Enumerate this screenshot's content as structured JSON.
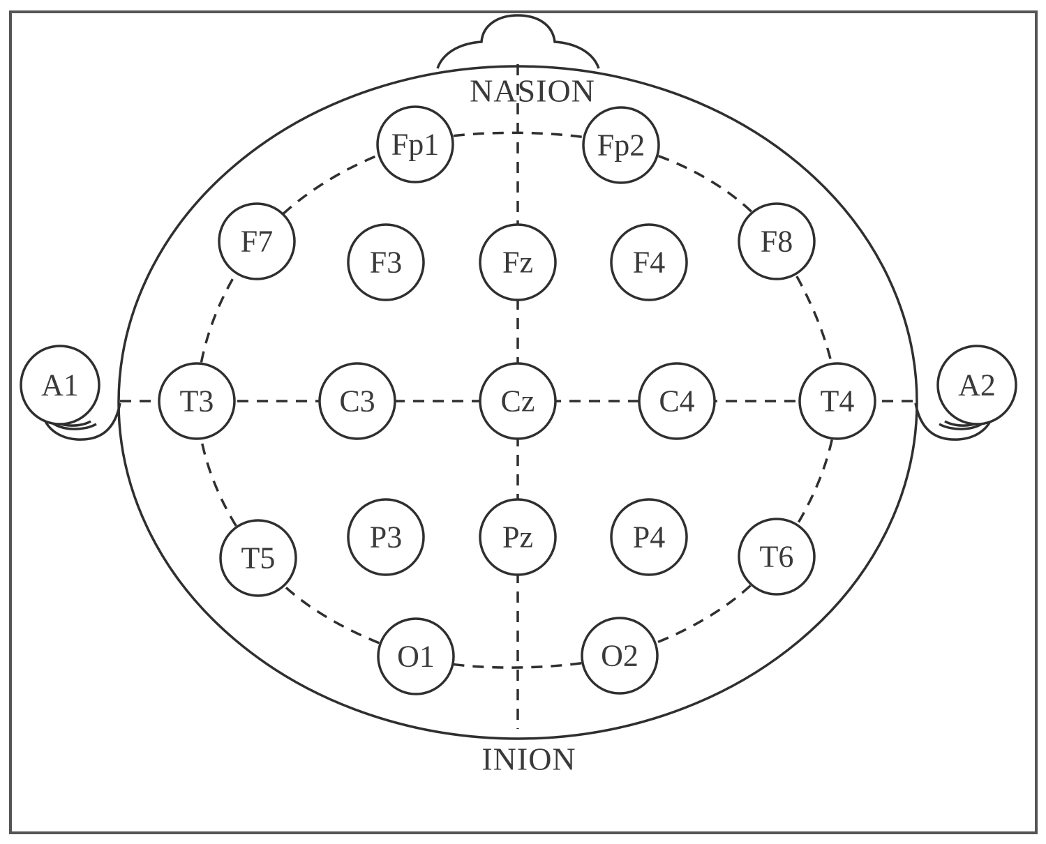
{
  "diagram": {
    "landmarks": {
      "top": "NASION",
      "bottom": "INION"
    },
    "electrodes": [
      {
        "id": "Fp1",
        "label": "Fp1"
      },
      {
        "id": "Fp2",
        "label": "Fp2"
      },
      {
        "id": "F7",
        "label": "F7"
      },
      {
        "id": "F3",
        "label": "F3"
      },
      {
        "id": "Fz",
        "label": "Fz"
      },
      {
        "id": "F4",
        "label": "F4"
      },
      {
        "id": "F8",
        "label": "F8"
      },
      {
        "id": "A1",
        "label": "A1"
      },
      {
        "id": "T3",
        "label": "T3"
      },
      {
        "id": "C3",
        "label": "C3"
      },
      {
        "id": "Cz",
        "label": "Cz"
      },
      {
        "id": "C4",
        "label": "C4"
      },
      {
        "id": "T4",
        "label": "T4"
      },
      {
        "id": "A2",
        "label": "A2"
      },
      {
        "id": "T5",
        "label": "T5"
      },
      {
        "id": "P3",
        "label": "P3"
      },
      {
        "id": "Pz",
        "label": "Pz"
      },
      {
        "id": "P4",
        "label": "P4"
      },
      {
        "id": "T6",
        "label": "T6"
      },
      {
        "id": "O1",
        "label": "O1"
      },
      {
        "id": "O2",
        "label": "O2"
      }
    ],
    "colors": {
      "line": "#2f2f2f",
      "text": "#3a3a3a",
      "frame": "#555555",
      "background": "#ffffff"
    }
  }
}
